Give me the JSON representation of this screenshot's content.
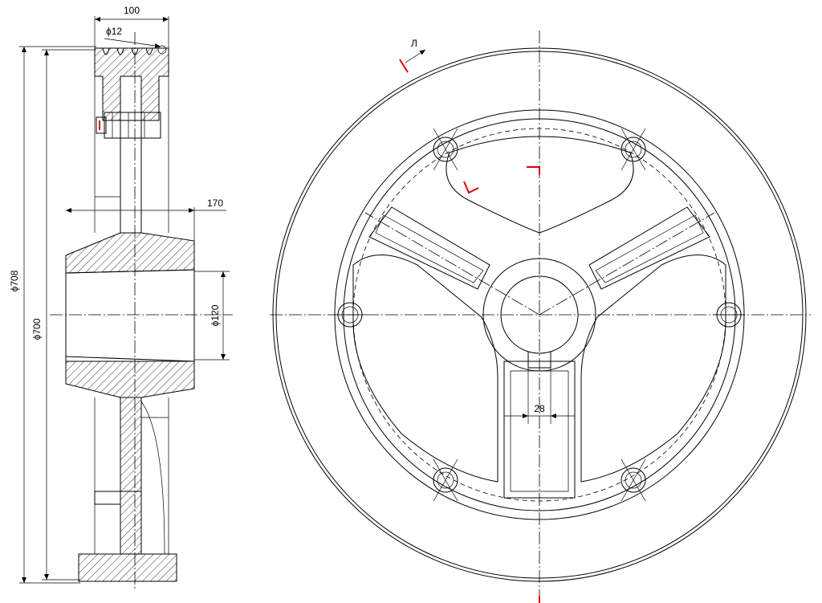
{
  "dimensions": {
    "width_100": "100",
    "hole_dia_12": "ϕ12",
    "hub_length_170": "170",
    "outer_dia_708": "ϕ708",
    "rim_dia_700": "ϕ700",
    "bore_dia_120": "ϕ120",
    "keyway_28": "28"
  },
  "section_mark": "Л",
  "colors": {
    "lines": "#000000",
    "section_marker": "#e00000",
    "background": "#ffffff"
  }
}
